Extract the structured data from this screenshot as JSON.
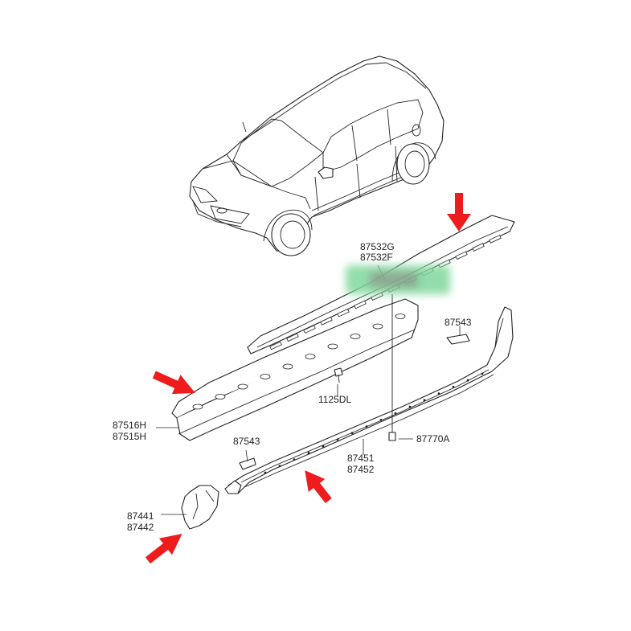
{
  "labels": {
    "cover_upper": "87532G",
    "cover_lower": "87532F",
    "clip_right": "87543",
    "screw": "1125DL",
    "bracket_upper": "87516H",
    "bracket_lower": "87515H",
    "clip_left": "87543",
    "rivet": "87770A",
    "step_upper": "87451",
    "step_lower": "87452",
    "guard_upper": "87441",
    "guard_lower": "87442"
  },
  "colors": {
    "arrow": "#ee1c1c",
    "line": "#222222",
    "blur": "#7fd79a"
  },
  "icons": [
    "vehicle-illustration",
    "red-pointer-arrow"
  ]
}
